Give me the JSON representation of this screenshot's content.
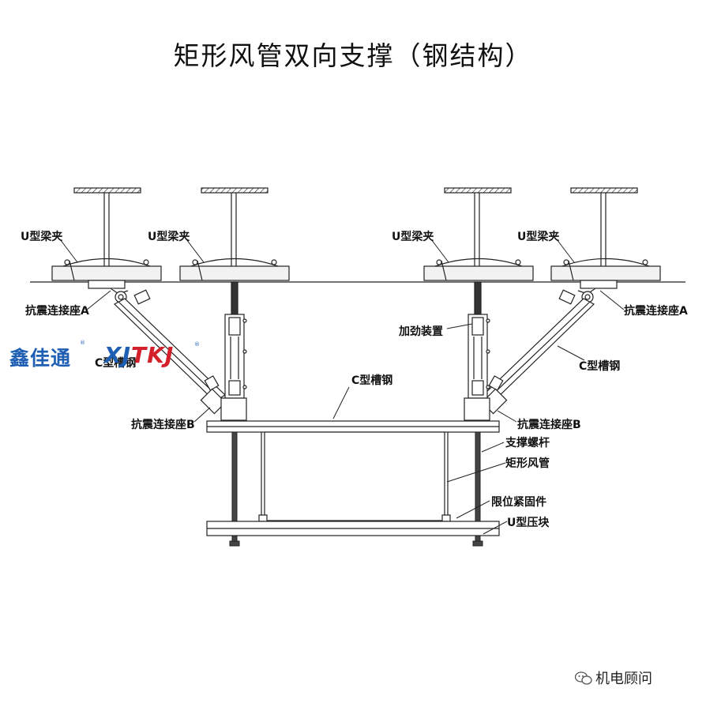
{
  "title": "矩形风管双向支撑（钢结构）",
  "labels": {
    "u_beam_clamp_1": "U型梁夹",
    "u_beam_clamp_2": "U型梁夹",
    "u_beam_clamp_3": "U型梁夹",
    "u_beam_clamp_4": "U型梁夹",
    "seismic_seat_a_left": "抗震连接座A",
    "seismic_seat_a_right": "抗震连接座A",
    "stiffener": "加劲装置",
    "c_channel_left": "C型槽钢",
    "c_channel_middle": "C型槽钢",
    "c_channel_right": "C型槽钢",
    "seismic_seat_b_left": "抗震连接座B",
    "seismic_seat_b_right": "抗震连接座B",
    "support_screw": "支撑螺杆",
    "rect_duct": "矩形风管",
    "limit_fastener": "限位紧固件",
    "u_press_block": "U型压块"
  },
  "logo": {
    "cn": "鑫佳通",
    "en_blue": "XJ",
    "en_red": "TKJ",
    "registered": "®",
    "color_blue": "#1e5fb4",
    "color_red": "#d4202a"
  },
  "watermark": {
    "text": "机电顾问",
    "icon": "wechat-icon"
  }
}
